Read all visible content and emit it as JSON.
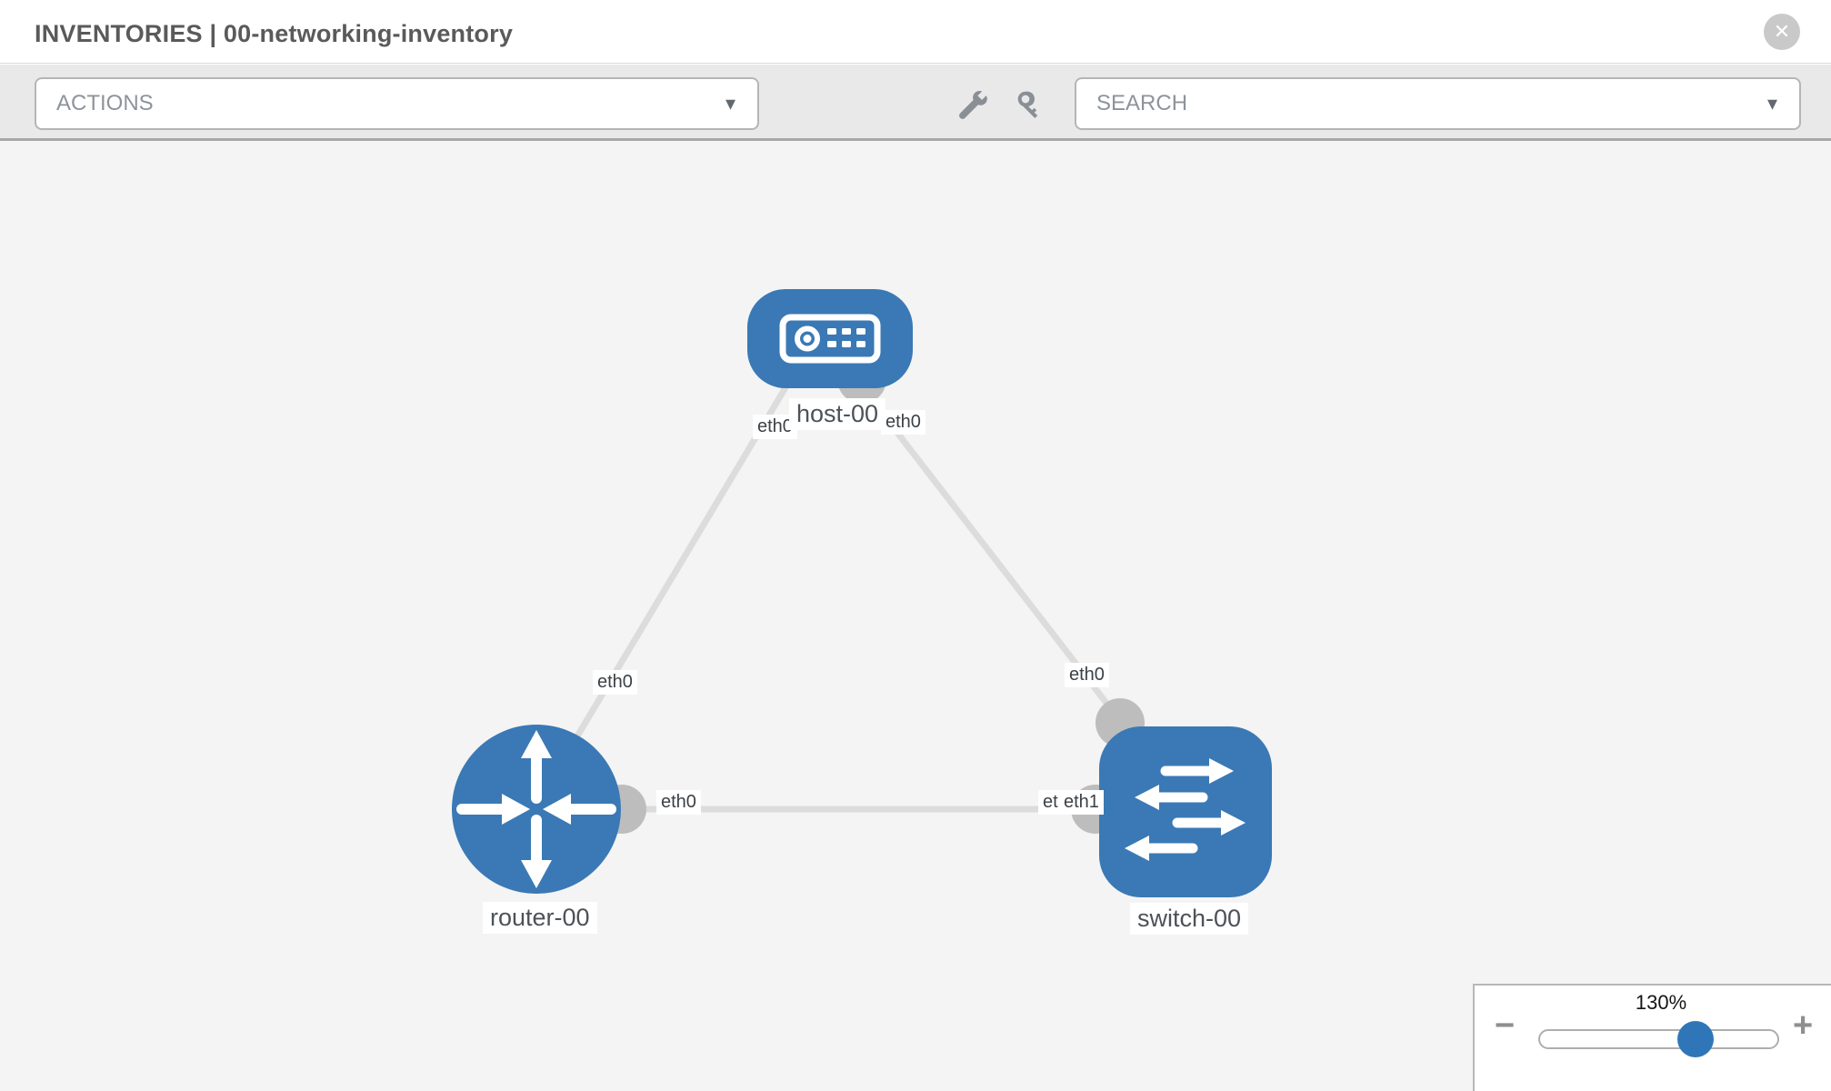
{
  "header": {
    "title": "INVENTORIES | 00-networking-inventory"
  },
  "icons": {
    "close": "✕",
    "caret": "▾",
    "minus": "−",
    "plus": "+"
  },
  "toolbar": {
    "actions_label": "ACTIONS",
    "search_label": "SEARCH"
  },
  "topology": {
    "nodes": [
      {
        "id": "host-00",
        "type": "host",
        "label": "host-00"
      },
      {
        "id": "router-00",
        "type": "router",
        "label": "router-00"
      },
      {
        "id": "switch-00",
        "type": "switch",
        "label": "switch-00"
      }
    ],
    "links": [
      {
        "from": "host-00",
        "from_interface": "eth0",
        "to": "router-00",
        "to_interface": "eth0"
      },
      {
        "from": "host-00",
        "from_interface": "eth0",
        "to": "switch-00",
        "to_interface": "eth0"
      },
      {
        "from": "router-00",
        "from_interface": "eth0",
        "to": "switch-00",
        "to_interface": "eth1"
      }
    ],
    "interface_labels": {
      "host_left": "eth0",
      "host_right": "eth0",
      "router_top": "eth0",
      "switch_top": "eth0",
      "router_right": "eth0",
      "switch_left_back": "eth0",
      "switch_left_front": "eth1"
    }
  },
  "zoom_control": {
    "level": "130%",
    "percent": 130
  },
  "colors": {
    "node_blue": "#3a79b5",
    "knob_blue": "#2f76b8",
    "link_gray": "#dcdcdc",
    "port_gray": "#bdbdbd",
    "canvas_bg": "#f4f4f4",
    "toolbar_bg": "#e9e9e9",
    "icon_gray": "#8a8f96",
    "title_text": "#5a5a5a",
    "label_text": "#4d5258"
  }
}
